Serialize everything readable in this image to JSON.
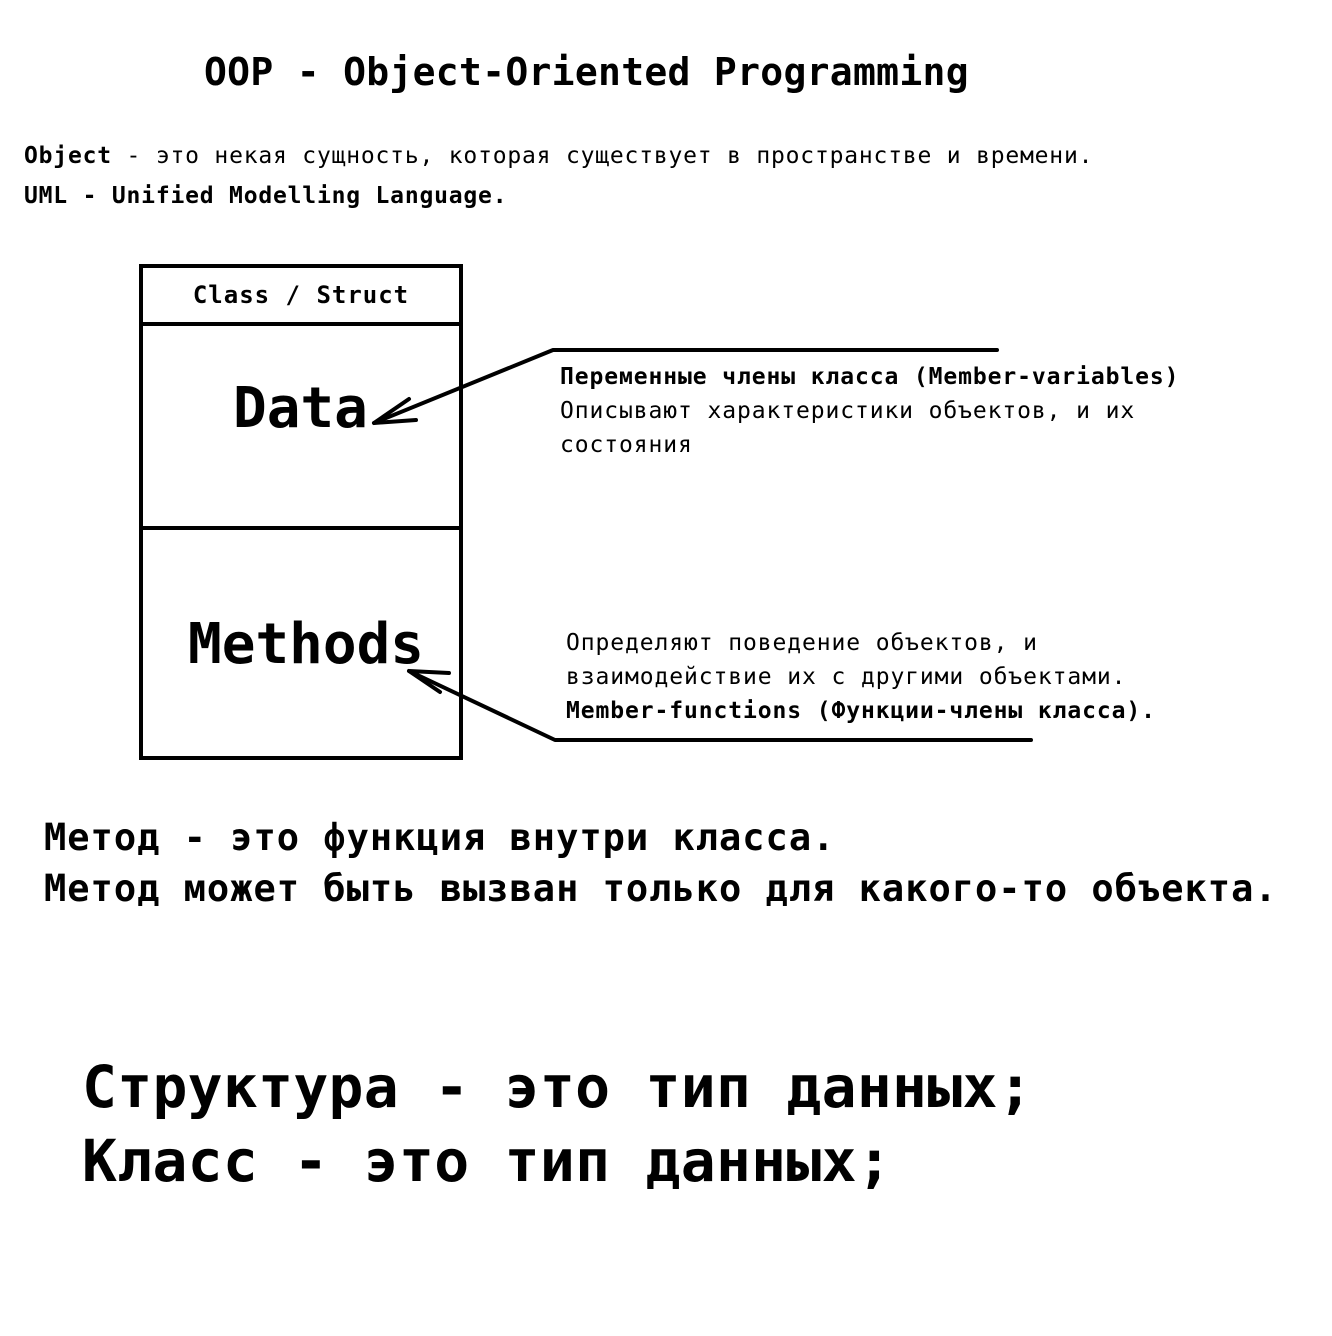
{
  "title": "OOP - Object-Oriented Programming",
  "definitions": {
    "object_term": "Object",
    "object_text": " - это некая сущность, которая существует в пространстве и времени.",
    "uml": "UML - Unified Modelling Language."
  },
  "uml_box": {
    "header": "Class / Struct",
    "data_label": "Data",
    "methods_label": "Methods"
  },
  "notes": {
    "data": {
      "line1": "Переменные члены класса (Member-variables)",
      "line2": "Описывают характеристики объектов, и их",
      "line3": "состояния"
    },
    "methods": {
      "line1": "Определяют поведение объектов, и",
      "line2": "взаимодействие их с другими объектами.",
      "line3": "Member-functions (Функции-члены класса)."
    }
  },
  "method_statements": {
    "line1": "Метод - это функция внутри класса.",
    "line2": "Метод может быть вызван только для какого-то объекта."
  },
  "type_statements": {
    "line1": "Структура - это тип данных;",
    "line2": "Класс - это тип данных;"
  }
}
